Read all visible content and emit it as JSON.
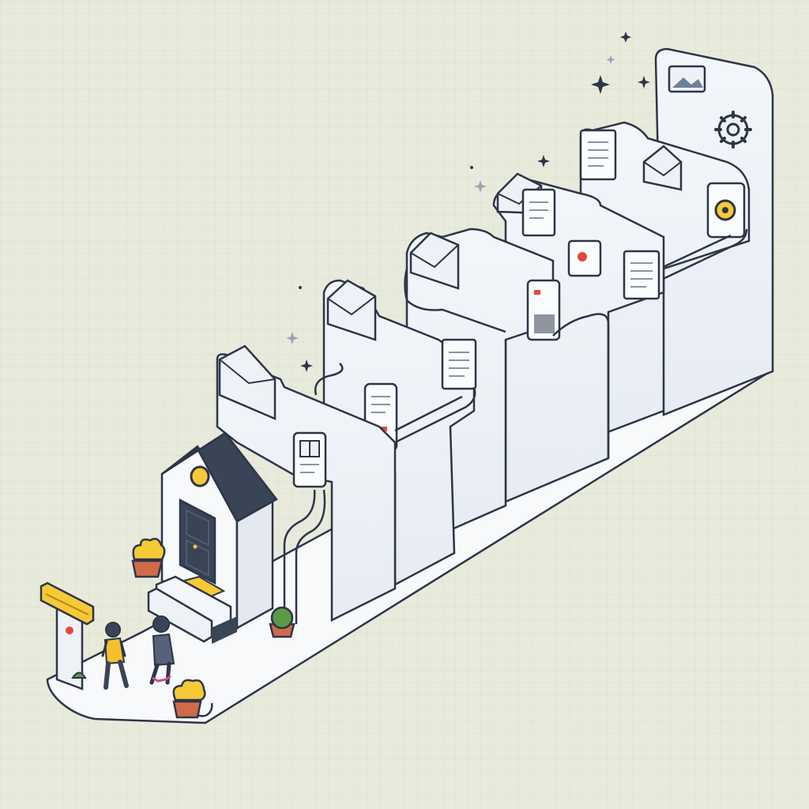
{
  "scene": {
    "subject": "",
    "colors": {
      "background": "#e8eadb",
      "grid": "#dadccb",
      "panel_fill": "#f1f4f8",
      "panel_side": "#e2e7ef",
      "outline": "#2d3548",
      "roof": "#394457",
      "door": "#394457",
      "accent_yellow": "#f6c936",
      "accent_red": "#e04a3f",
      "person_yellow": "#f2c12e",
      "person_dark": "#394457",
      "plant_green": "#5b9a45"
    },
    "stages": [
      {
        "icons": [
          "envelope-icon",
          "phone-card-icon"
        ]
      },
      {
        "icons": [
          "envelope-icon",
          "document-icon"
        ]
      },
      {
        "icons": [
          "envelope-icon",
          "phone-card-icon"
        ]
      },
      {
        "icons": [
          "envelope-icon",
          "document-icon",
          "red-badge-card-icon"
        ]
      },
      {
        "icons": [
          "document-icon",
          "envelope-icon",
          "document-icon"
        ]
      },
      {
        "icons": [
          "image-icon",
          "gear-icon",
          "ring-card-icon"
        ]
      }
    ],
    "people": [
      "person-yellow-shirt",
      "person-dark-outfit"
    ],
    "sign": "entrance-sign"
  }
}
